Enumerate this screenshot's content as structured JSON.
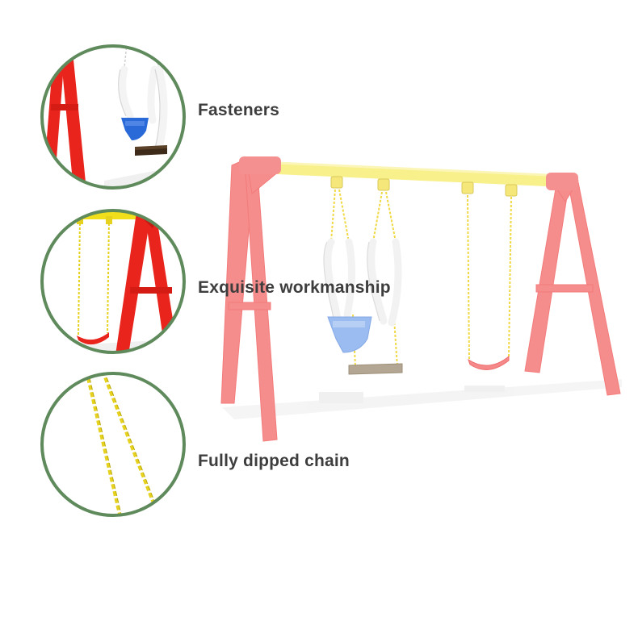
{
  "features": [
    {
      "label": "Fasteners",
      "icon": "swing-seat-closeup-icon"
    },
    {
      "label": "Exquisite workmanship",
      "icon": "frame-closeup-icon"
    },
    {
      "label": "Fully dipped chain",
      "icon": "chain-closeup-icon"
    }
  ],
  "colors": {
    "frame": "#f08080",
    "frame_closeup": "#e8241c",
    "top_bar": "#f7ee78",
    "chain": "#e6d21e",
    "ring": "#5f8a5c",
    "bucket_seat": "#7aa4ee",
    "belt_seat": "#f07a7a",
    "wood_seat": "#8b7a62",
    "label": "#3d3d3d"
  }
}
